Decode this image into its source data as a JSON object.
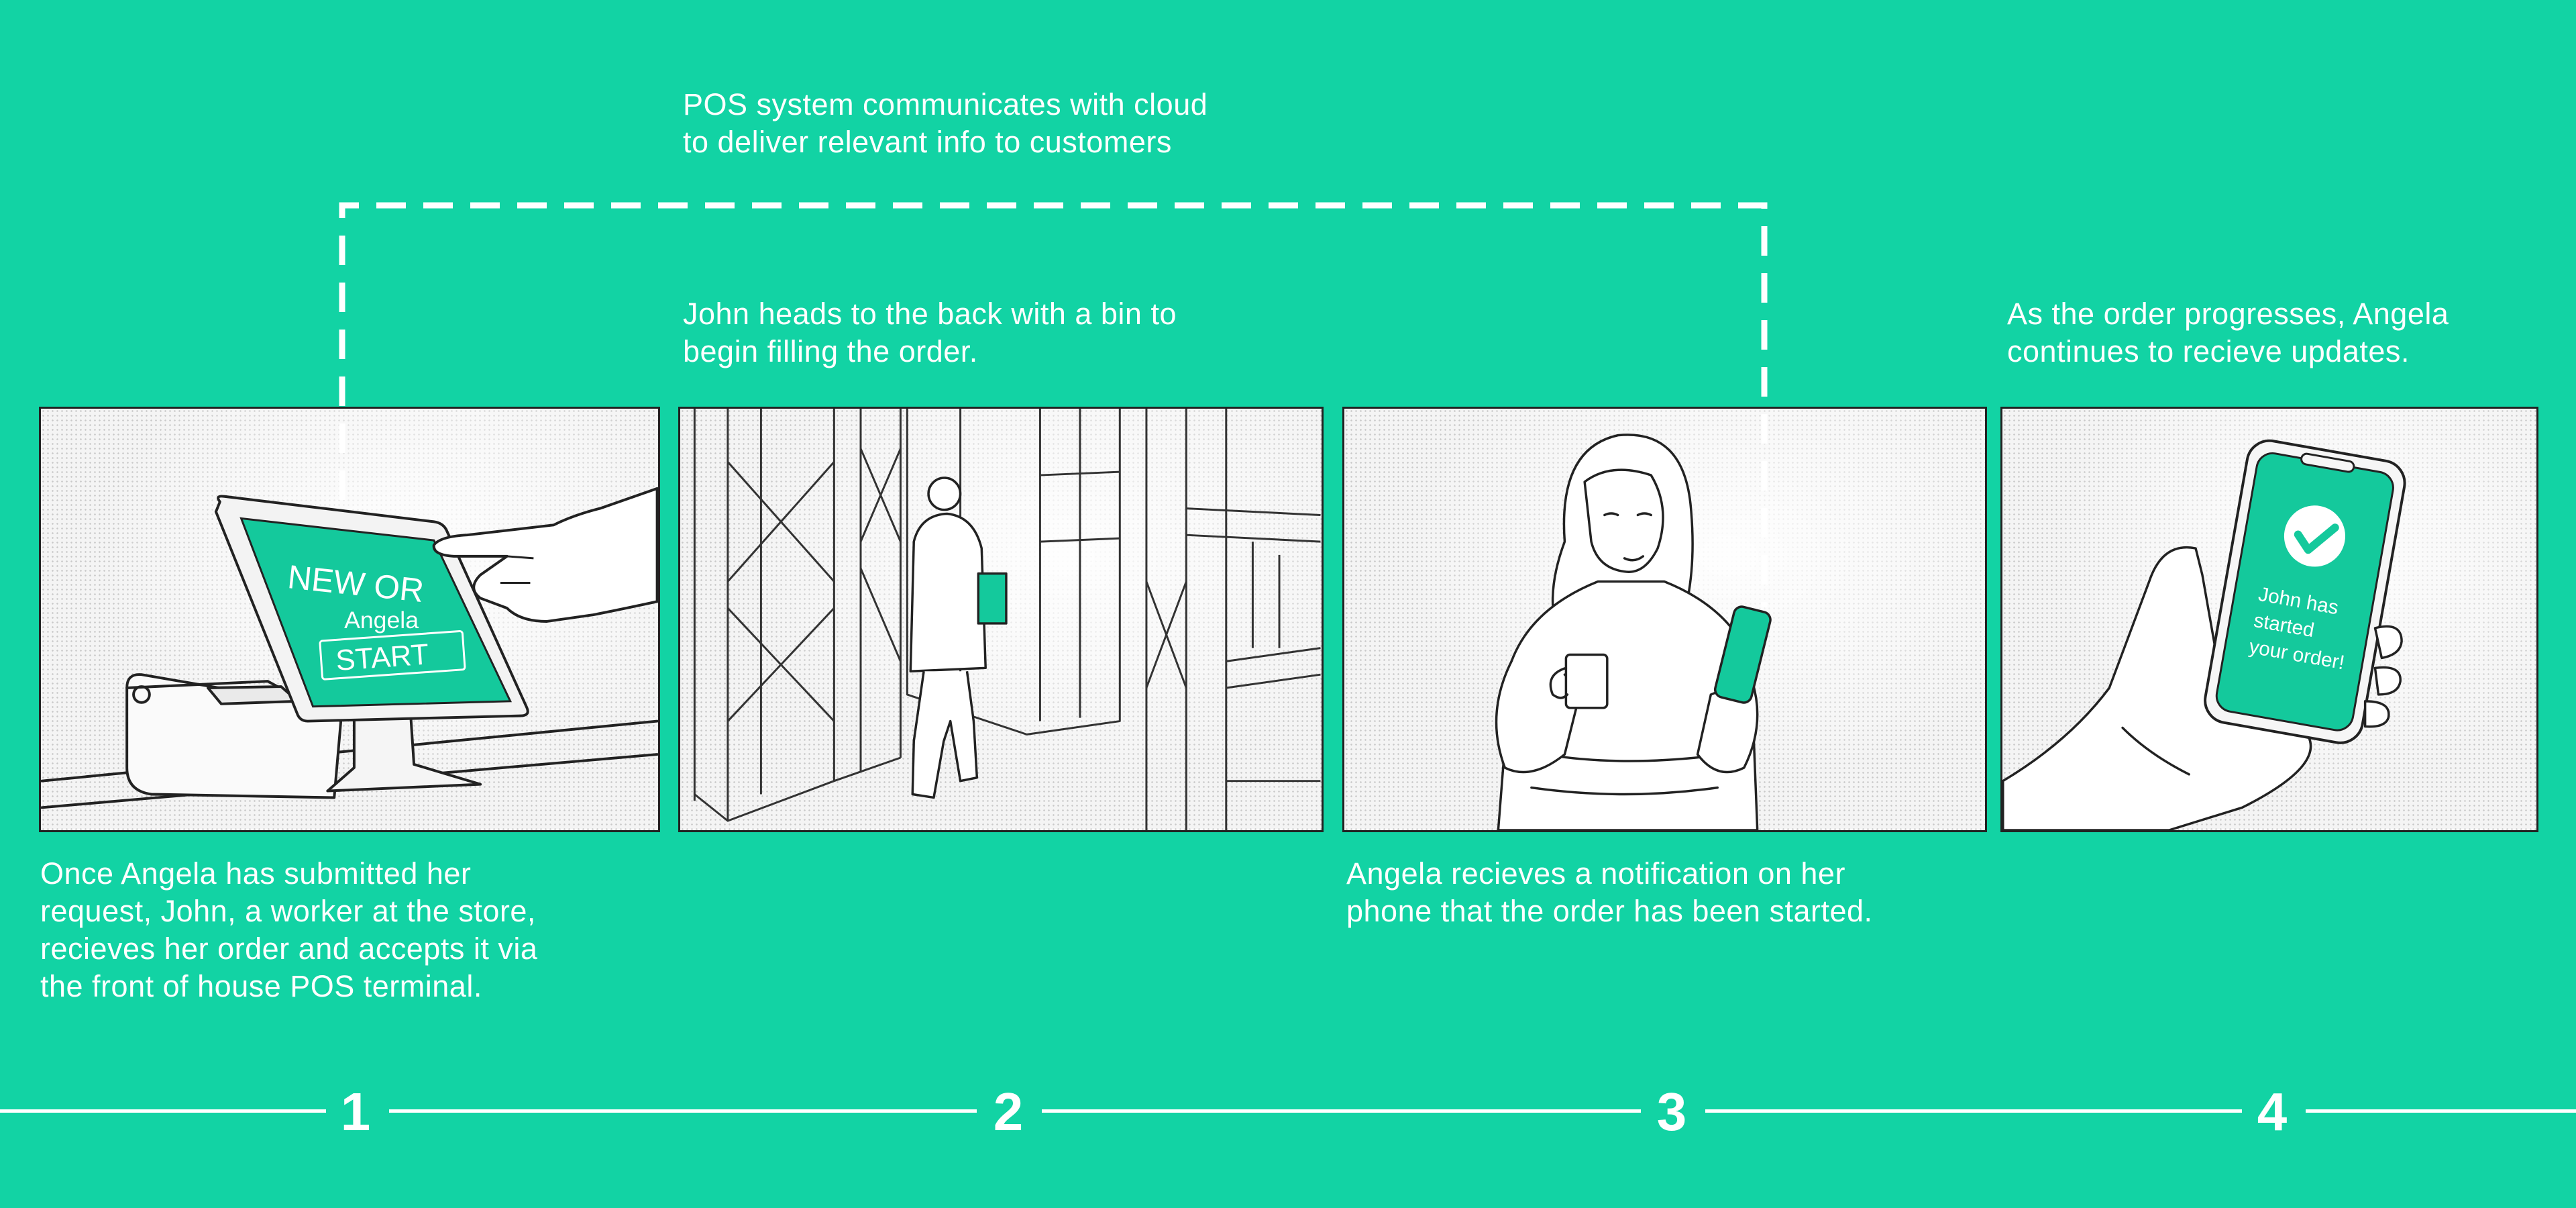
{
  "connector": {
    "line1": "POS system communicates with cloud",
    "line2": "to deliver relevant info to customers"
  },
  "panels": [
    {
      "caption": [
        "Once Angela has submitted her",
        "request, John, a worker at the store,",
        "recieves her order and accepts it via",
        "the front of house POS terminal."
      ],
      "screen_text": [
        "NEW OR",
        "Angela",
        "START"
      ]
    },
    {
      "caption": [
        "John heads to the back with a bin to",
        "begin filling the order."
      ]
    },
    {
      "caption": [
        "Angela recieves a notification on her",
        "phone that the order has been started."
      ]
    },
    {
      "caption": [
        "As the order progresses, Angela",
        "continues to recieve updates."
      ],
      "screen_text": [
        "John has",
        "started",
        "your order!"
      ]
    }
  ],
  "steps": [
    "1",
    "2",
    "3",
    "4"
  ],
  "colors": {
    "background": "#12d3a4",
    "accent": "#14c99c",
    "ink": "#222222",
    "text": "#ffffff"
  }
}
